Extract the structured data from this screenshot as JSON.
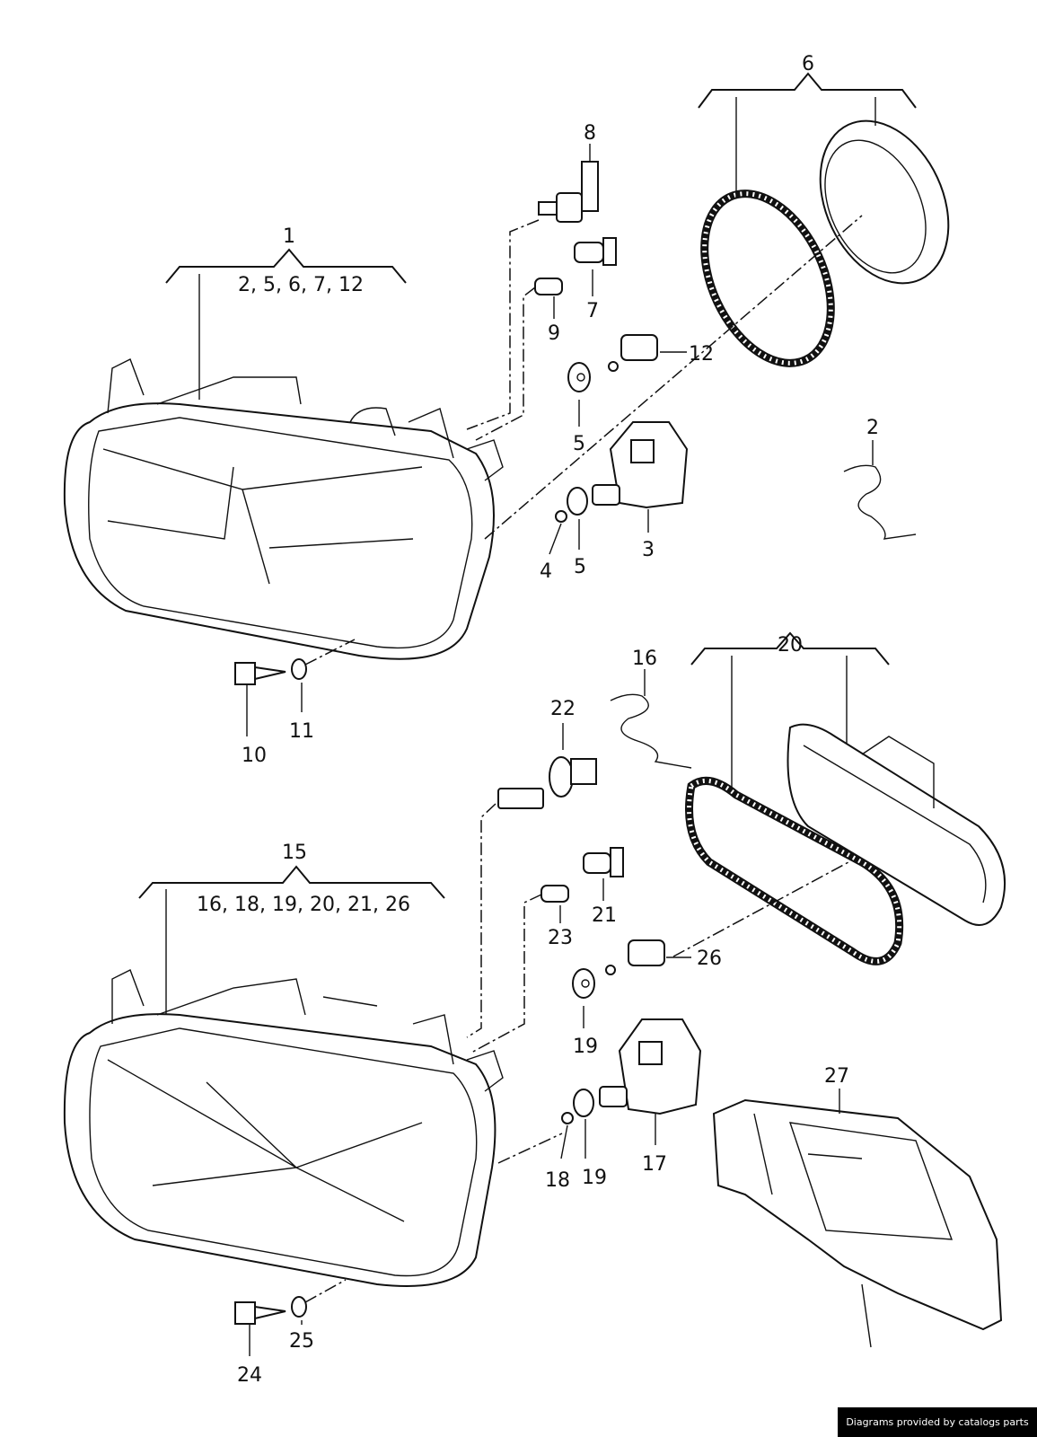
{
  "callouts": {
    "c1": "1",
    "c1_sub": "2, 5, 6, 7, 12",
    "c2": "2",
    "c3": "3",
    "c4": "4",
    "c5a": "5",
    "c5b": "5",
    "c6": "6",
    "c7": "7",
    "c8": "8",
    "c9": "9",
    "c10": "10",
    "c11": "11",
    "c12": "12",
    "c15": "15",
    "c15_sub": "16, 18, 19, 20, 21, 26",
    "c16": "16",
    "c17": "17",
    "c18": "18",
    "c19a": "19",
    "c19b": "19",
    "c20": "20",
    "c21": "21",
    "c22": "22",
    "c23": "23",
    "c24": "24",
    "c25": "25",
    "c26": "26",
    "c27": "27"
  },
  "credit": "Diagrams provided by catalogs parts"
}
